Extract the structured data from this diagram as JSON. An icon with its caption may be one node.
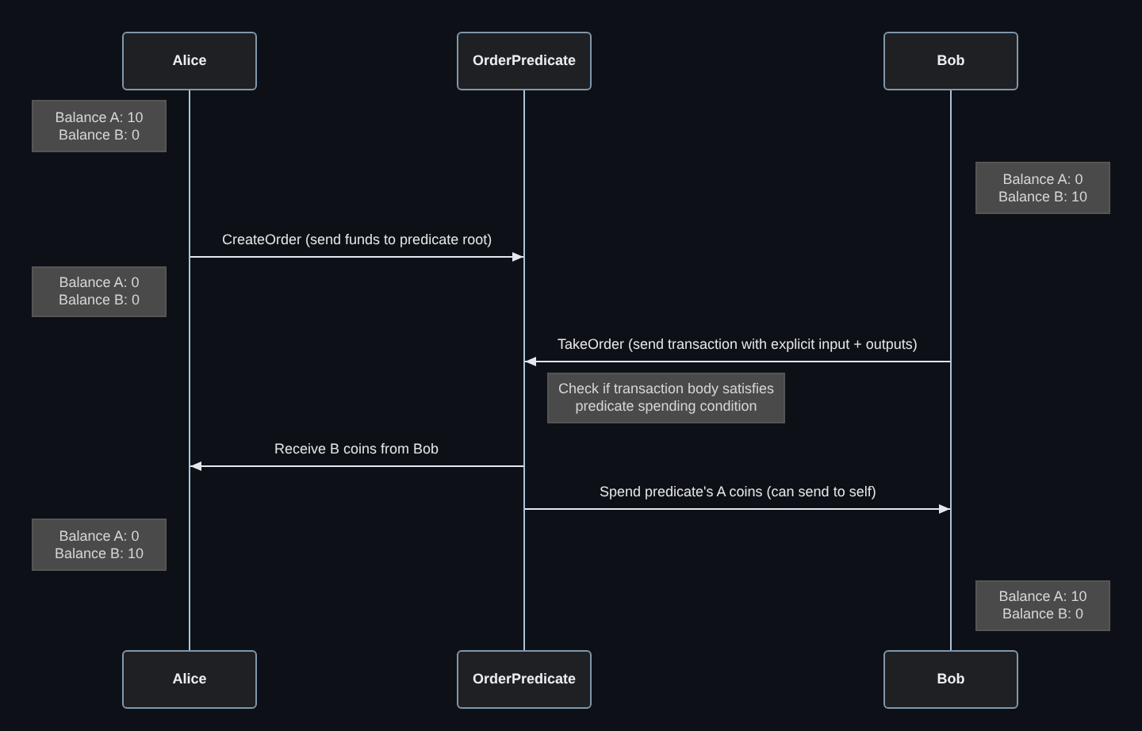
{
  "diagram": {
    "nodes": [
      {
        "text": [
          "Alice"
        ]
      },
      {
        "text": [
          "OrderPredicate"
        ]
      },
      {
        "text": [
          "Bob"
        ]
      },
      {
        "text": [],
        "shape": "bar"
      },
      {
        "text": [],
        "shape": "bar"
      },
      {
        "text": [],
        "shape": "bar"
      },
      {
        "text": [
          "Balance A: 10",
          "Balance B: 0"
        ]
      },
      {
        "text": [
          "Balance A: 0",
          "Balance B: 10"
        ]
      },
      {
        "text": [
          "Balance A: 0",
          "Balance B: 0"
        ]
      },
      {
        "text": [
          "Check if transaction body satisfies predicate spending condition"
        ]
      },
      {
        "text": [
          "Balance A: 0",
          "Balance B: 10"
        ]
      },
      {
        "text": [
          "Balance A: 10",
          "Balance B: 0"
        ]
      },
      {
        "text": [
          "Alice"
        ]
      },
      {
        "text": [
          "OrderPredicate"
        ]
      },
      {
        "text": [
          "Bob"
        ]
      }
    ],
    "edges": [
      {
        "from": 3,
        "to": 4,
        "arrow": "to",
        "label": "CreateOrder (send funds to predicate root)"
      },
      {
        "from": 5,
        "to": 4,
        "arrow": "to",
        "label": "TakeOrder (send transaction with explicit input + outputs)"
      },
      {
        "from": 4,
        "to": 3,
        "arrow": "to",
        "label": "Receive B coins from Bob"
      },
      {
        "from": 4,
        "to": 5,
        "arrow": "to",
        "label": "Spend predicate's A coins (can send to self)"
      }
    ]
  }
}
